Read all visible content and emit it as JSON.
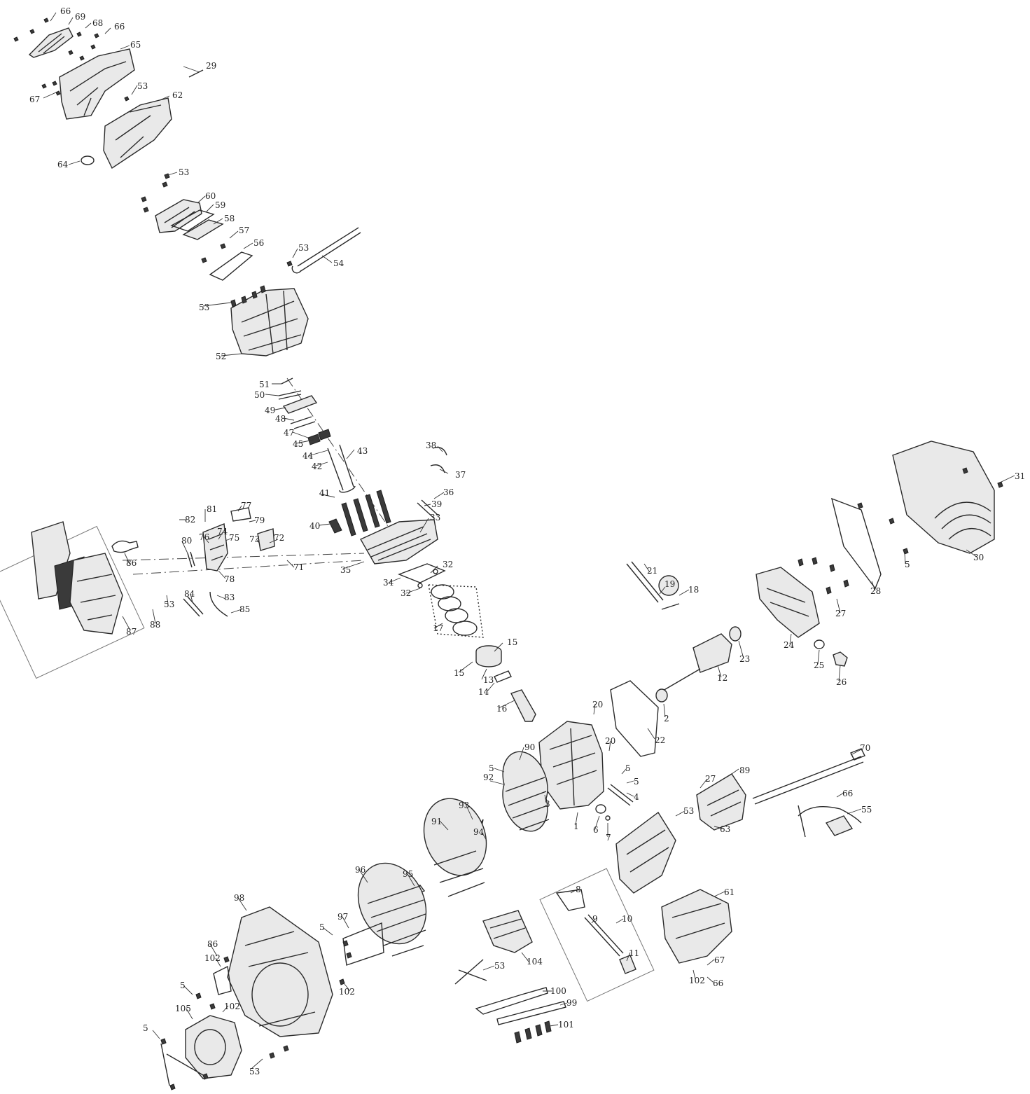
{
  "diagram": {
    "callouts": [
      {
        "id": "c1",
        "text": "66"
      },
      {
        "id": "c2",
        "text": "69"
      },
      {
        "id": "c3",
        "text": "68"
      },
      {
        "id": "c4",
        "text": "66"
      },
      {
        "id": "c5",
        "text": "65"
      },
      {
        "id": "c6",
        "text": "67"
      },
      {
        "id": "c7",
        "text": "29"
      },
      {
        "id": "c8",
        "text": "53"
      },
      {
        "id": "c9",
        "text": "62"
      },
      {
        "id": "c10",
        "text": "64"
      },
      {
        "id": "c11",
        "text": "53"
      },
      {
        "id": "c12",
        "text": "60"
      },
      {
        "id": "c13",
        "text": "59"
      },
      {
        "id": "c14",
        "text": "58"
      },
      {
        "id": "c15",
        "text": "57"
      },
      {
        "id": "c16",
        "text": "56"
      },
      {
        "id": "c17",
        "text": "53"
      },
      {
        "id": "c18",
        "text": "54"
      },
      {
        "id": "c19",
        "text": "53"
      },
      {
        "id": "c20",
        "text": "52"
      },
      {
        "id": "c21",
        "text": "51"
      },
      {
        "id": "c22",
        "text": "50"
      },
      {
        "id": "c23",
        "text": "49"
      },
      {
        "id": "c24",
        "text": "48"
      },
      {
        "id": "c25",
        "text": "47"
      },
      {
        "id": "c26",
        "text": "45"
      },
      {
        "id": "c27",
        "text": "44"
      },
      {
        "id": "c28",
        "text": "43"
      },
      {
        "id": "c29",
        "text": "42"
      },
      {
        "id": "c30",
        "text": "41"
      },
      {
        "id": "c31",
        "text": "40"
      },
      {
        "id": "c32",
        "text": "38"
      },
      {
        "id": "c33",
        "text": "37"
      },
      {
        "id": "c34",
        "text": "36"
      },
      {
        "id": "c35",
        "text": "39"
      },
      {
        "id": "c36",
        "text": "33"
      },
      {
        "id": "c37",
        "text": "35"
      },
      {
        "id": "c38",
        "text": "34"
      },
      {
        "id": "c39",
        "text": "32"
      },
      {
        "id": "c40",
        "text": "32"
      },
      {
        "id": "c41",
        "text": "17"
      },
      {
        "id": "c42",
        "text": "15"
      },
      {
        "id": "c43",
        "text": "15"
      },
      {
        "id": "c44",
        "text": "13"
      },
      {
        "id": "c45",
        "text": "14"
      },
      {
        "id": "c46",
        "text": "16"
      },
      {
        "id": "c47",
        "text": "81"
      },
      {
        "id": "c48",
        "text": "82"
      },
      {
        "id": "c49",
        "text": "77"
      },
      {
        "id": "c50",
        "text": "79"
      },
      {
        "id": "c51",
        "text": "74"
      },
      {
        "id": "c52",
        "text": "76"
      },
      {
        "id": "c53",
        "text": "75"
      },
      {
        "id": "c54",
        "text": "73"
      },
      {
        "id": "c55",
        "text": "72"
      },
      {
        "id": "c56",
        "text": "80"
      },
      {
        "id": "c57",
        "text": "71"
      },
      {
        "id": "c58",
        "text": "78"
      },
      {
        "id": "c59",
        "text": "86"
      },
      {
        "id": "c60",
        "text": "53"
      },
      {
        "id": "c61",
        "text": "84"
      },
      {
        "id": "c62",
        "text": "83"
      },
      {
        "id": "c63",
        "text": "85"
      },
      {
        "id": "c64",
        "text": "88"
      },
      {
        "id": "c65",
        "text": "87"
      },
      {
        "id": "c66",
        "text": "31"
      },
      {
        "id": "c67",
        "text": "30"
      },
      {
        "id": "c68",
        "text": "5"
      },
      {
        "id": "c69",
        "text": "28"
      },
      {
        "id": "c70",
        "text": "27"
      },
      {
        "id": "c71",
        "text": "24"
      },
      {
        "id": "c72",
        "text": "25"
      },
      {
        "id": "c73",
        "text": "26"
      },
      {
        "id": "c74",
        "text": "23"
      },
      {
        "id": "c75",
        "text": "12"
      },
      {
        "id": "c76",
        "text": "21"
      },
      {
        "id": "c77",
        "text": "19"
      },
      {
        "id": "c78",
        "text": "18"
      },
      {
        "id": "c79",
        "text": "20"
      },
      {
        "id": "c80",
        "text": "2"
      },
      {
        "id": "c81",
        "text": "22"
      },
      {
        "id": "c82",
        "text": "20"
      },
      {
        "id": "c83",
        "text": "90"
      },
      {
        "id": "c84",
        "text": "5"
      },
      {
        "id": "c85",
        "text": "5"
      },
      {
        "id": "c86",
        "text": "5"
      },
      {
        "id": "c87",
        "text": "4"
      },
      {
        "id": "c88",
        "text": "3"
      },
      {
        "id": "c89",
        "text": "1"
      },
      {
        "id": "c90",
        "text": "6"
      },
      {
        "id": "c91",
        "text": "7"
      },
      {
        "id": "c92",
        "text": "92"
      },
      {
        "id": "c93",
        "text": "93"
      },
      {
        "id": "c94",
        "text": "94"
      },
      {
        "id": "c95",
        "text": "91"
      },
      {
        "id": "c96",
        "text": "53"
      },
      {
        "id": "c97",
        "text": "27"
      },
      {
        "id": "c98",
        "text": "89"
      },
      {
        "id": "c99",
        "text": "63"
      },
      {
        "id": "c100",
        "text": "70"
      },
      {
        "id": "c101",
        "text": "66"
      },
      {
        "id": "c102",
        "text": "55"
      },
      {
        "id": "c103",
        "text": "96"
      },
      {
        "id": "c104",
        "text": "95"
      },
      {
        "id": "c105",
        "text": "98"
      },
      {
        "id": "c106",
        "text": "5"
      },
      {
        "id": "c107",
        "text": "97"
      },
      {
        "id": "c108",
        "text": "8"
      },
      {
        "id": "c109",
        "text": "9"
      },
      {
        "id": "c110",
        "text": "10"
      },
      {
        "id": "c111",
        "text": "11"
      },
      {
        "id": "c112",
        "text": "61"
      },
      {
        "id": "c113",
        "text": "102"
      },
      {
        "id": "c114",
        "text": "67"
      },
      {
        "id": "c115",
        "text": "66"
      },
      {
        "id": "c116",
        "text": "104"
      },
      {
        "id": "c117",
        "text": "53"
      },
      {
        "id": "c118",
        "text": "100"
      },
      {
        "id": "c119",
        "text": "99"
      },
      {
        "id": "c120",
        "text": "101"
      },
      {
        "id": "c121",
        "text": "86"
      },
      {
        "id": "c122",
        "text": "102"
      },
      {
        "id": "c123",
        "text": "5"
      },
      {
        "id": "c124",
        "text": "105"
      },
      {
        "id": "c125",
        "text": "102"
      },
      {
        "id": "c126",
        "text": "102"
      },
      {
        "id": "c127",
        "text": "5"
      },
      {
        "id": "c128",
        "text": "53"
      }
    ]
  }
}
